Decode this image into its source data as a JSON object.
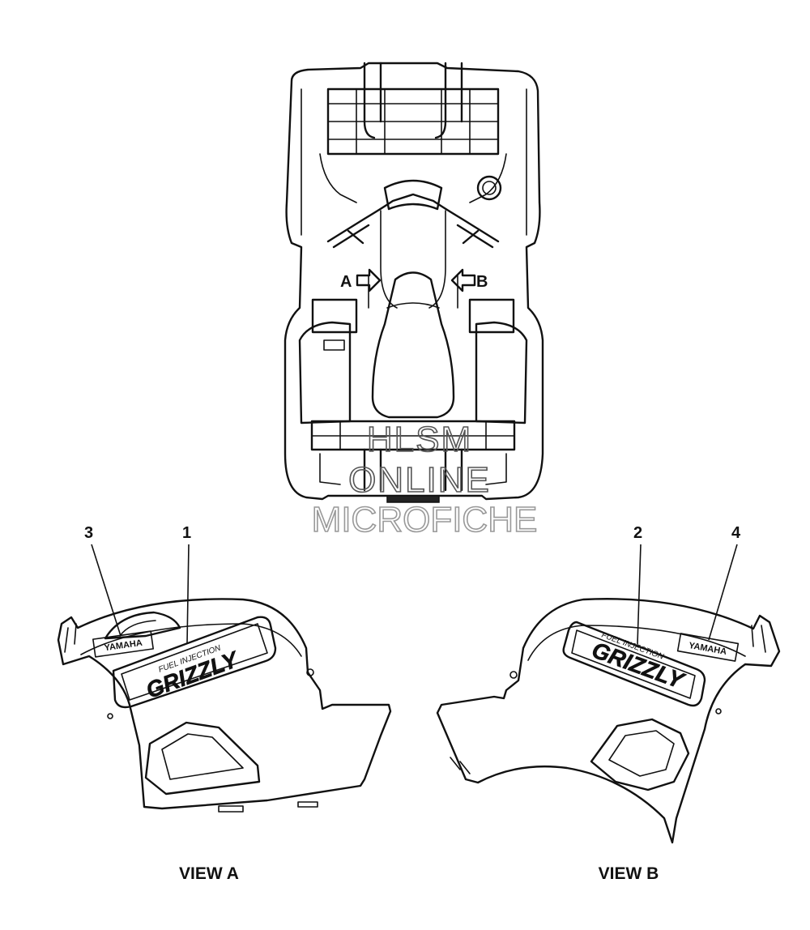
{
  "arrow_labels": {
    "a": "A",
    "b": "B"
  },
  "callouts": [
    "3",
    "1",
    "2",
    "4"
  ],
  "view_titles": {
    "a": "VIEW A",
    "b": "VIEW B"
  },
  "decals": {
    "model_name": "GRIZZLY",
    "brand": "YAMAHA",
    "tagline": "FUEL INJECTION"
  },
  "watermark": {
    "line1": "HLSM",
    "line2": "ONLINE",
    "line3": "MICROFICHE"
  },
  "colors": {
    "line": "#111111",
    "background": "#ffffff",
    "watermark": "#555555",
    "watermark_light": "#999999"
  }
}
